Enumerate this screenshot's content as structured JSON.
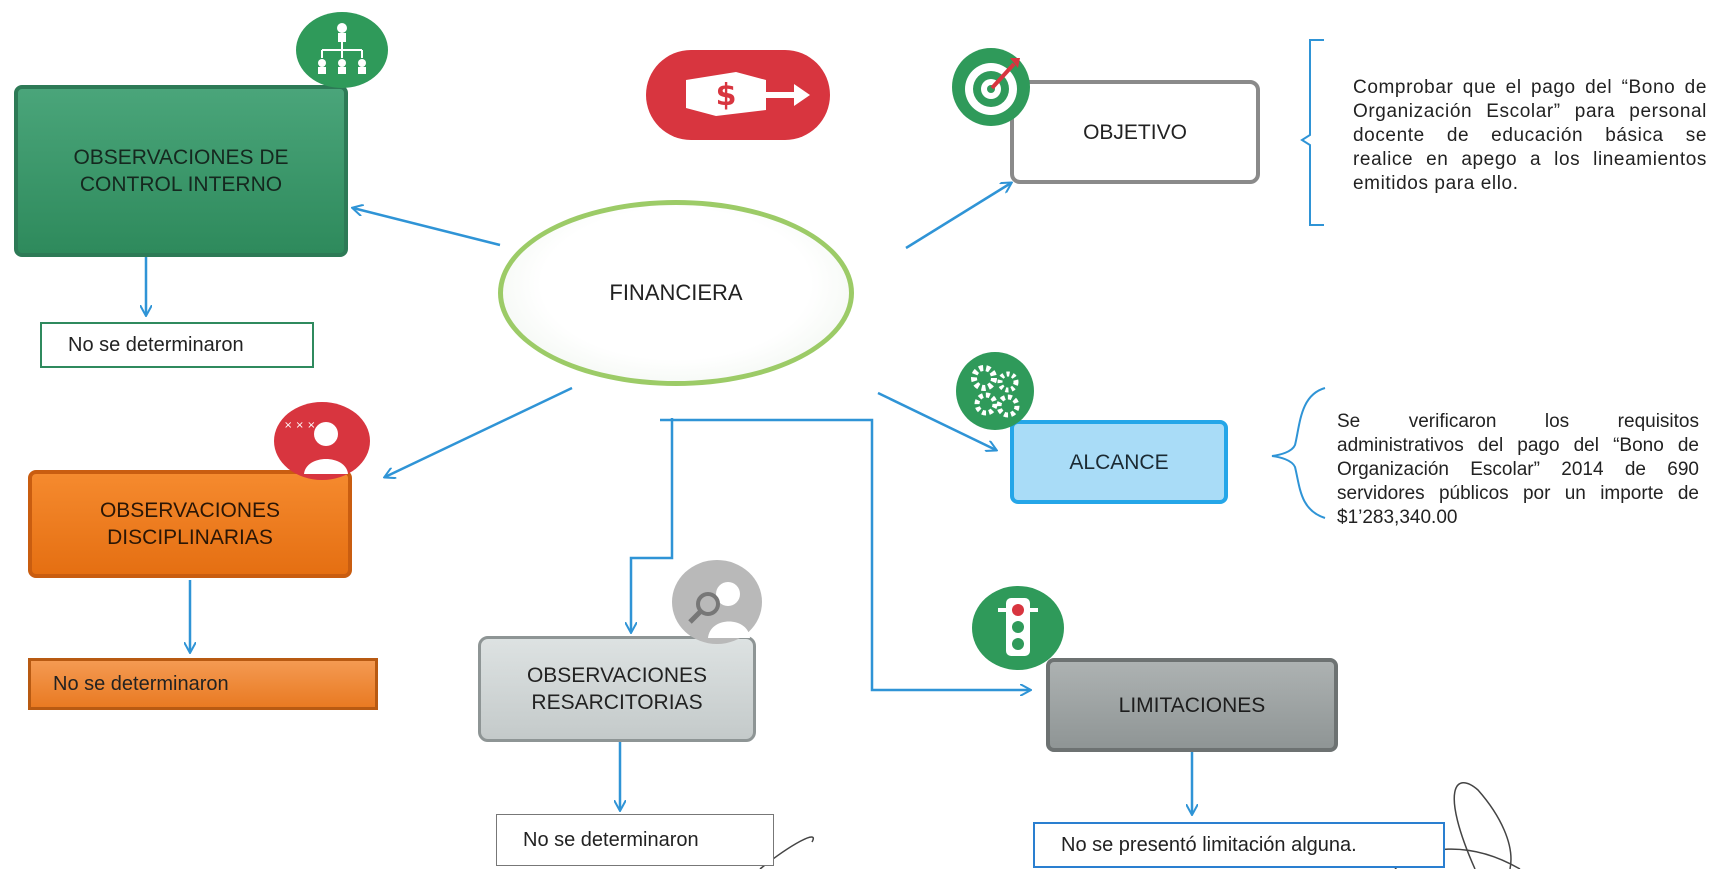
{
  "center": {
    "label": "FINANCIERA"
  },
  "nodes": {
    "control_interno": {
      "label_line1": "OBSERVACIONES DE",
      "label_line2": "CONTROL INTERNO",
      "result": "No se determinaron"
    },
    "disciplinarias": {
      "label_line1": "OBSERVACIONES",
      "label_line2": "DISCIPLINARIAS",
      "result": "No se determinaron"
    },
    "resarcitorias": {
      "label_line1": "OBSERVACIONES",
      "label_line2": "RESARCITORIAS",
      "result": "No se determinaron"
    },
    "objetivo": {
      "label": "OBJETIVO",
      "description": "Comprobar que el pago del “Bono de Organización Escolar” para personal docente de educación básica se realice en apego a los lineamientos emitidos para ello."
    },
    "alcance": {
      "label": "ALCANCE",
      "description": "Se verificaron los requisitos administrativos del pago del “Bono de Organización Escolar” 2014 de 690 servidores públicos por un importe de $1’283,340.00"
    },
    "limitaciones": {
      "label": "LIMITACIONES",
      "result": "No se presentó limitación alguna."
    }
  },
  "colors": {
    "connector": "#2f94d6",
    "green": "#3a9a6c",
    "orange": "#ee7a1e",
    "blue": "#25a6e8",
    "ellipse_border": "#9ccb67",
    "icon_red": "#d8353f",
    "icon_green": "#2f9a5a"
  },
  "icons": [
    "org-chart-icon",
    "money-hand-icon",
    "target-icon",
    "gears-icon",
    "person-x-icon",
    "magnifier-person-icon",
    "traffic-light-icon"
  ]
}
